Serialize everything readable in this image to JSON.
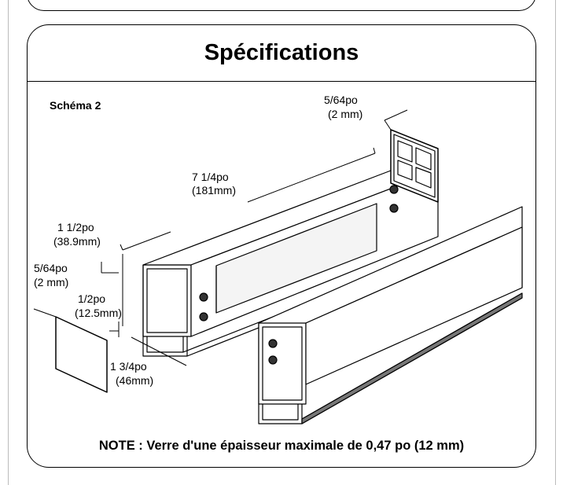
{
  "section_title": "Spécifications",
  "schema_label": "Schéma 2",
  "dimensions": {
    "thickness_top_po": "5/64po",
    "thickness_top_mm": "(2 mm)",
    "length_po": "7 1/4po",
    "length_mm": "(181mm)",
    "height_po": "1 1/2po",
    "height_mm": "(38.9mm)",
    "thickness_left_po": "5/64po",
    "thickness_left_mm": "(2 mm)",
    "depth_po": "1/2po",
    "depth_mm": "(12.5mm)",
    "width_po": "1 3/4po",
    "width_mm": "(46mm)"
  },
  "note": "NOTE : Verre d'une épaisseur maximale de 0,47 po (12 mm)"
}
